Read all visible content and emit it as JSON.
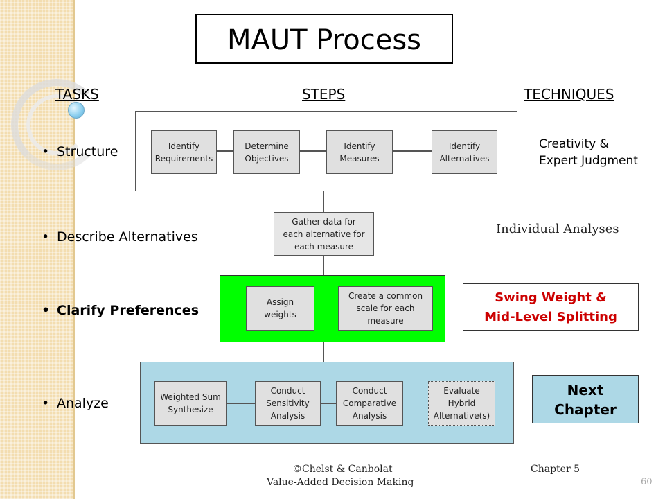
{
  "title": "MAUT Process",
  "headers": {
    "tasks": "TASKS",
    "steps": "STEPS",
    "techniques": "TECHNIQUES"
  },
  "tasks": [
    "Structure",
    "Describe Alternatives",
    "Clarify Preferences",
    "Analyze"
  ],
  "steps": {
    "structure": [
      [
        "Identify",
        "Requirements"
      ],
      [
        "Determine",
        "Objectives"
      ],
      [
        "Identify",
        "Measures"
      ],
      [
        "Identify",
        "Alternatives"
      ]
    ],
    "describe": [
      "Gather data for",
      "each alternative for",
      "each measure"
    ],
    "clarify": [
      [
        "Assign",
        "weights"
      ],
      [
        "Create a common",
        "scale for each",
        "measure"
      ]
    ],
    "analyze": [
      [
        "Weighted Sum",
        "Synthesize"
      ],
      [
        "Conduct",
        "Sensitivity",
        "Analysis"
      ],
      [
        "Conduct",
        "Comparative",
        "Analysis"
      ],
      [
        "Evaluate",
        "Hybrid",
        "Alternative(s)"
      ]
    ]
  },
  "techniques": {
    "structure": [
      "Creativity &",
      "Expert Judgment"
    ],
    "describe": "Individual Analyses",
    "clarify": [
      "Swing Weight &",
      "Mid-Level Splitting"
    ],
    "analyze": [
      "Next",
      "Chapter"
    ]
  },
  "footer": {
    "left_line1": "©Chelst & Canbolat",
    "left_line2": "Value-Added Decision Making",
    "chapter": "Chapter 5",
    "page": "60"
  },
  "colors": {
    "clarify_region": "#00ff00",
    "analyze_region": "#add8e6",
    "technique_accent": "#cc0000",
    "band": "#f3ddb0"
  },
  "bullet": "•"
}
